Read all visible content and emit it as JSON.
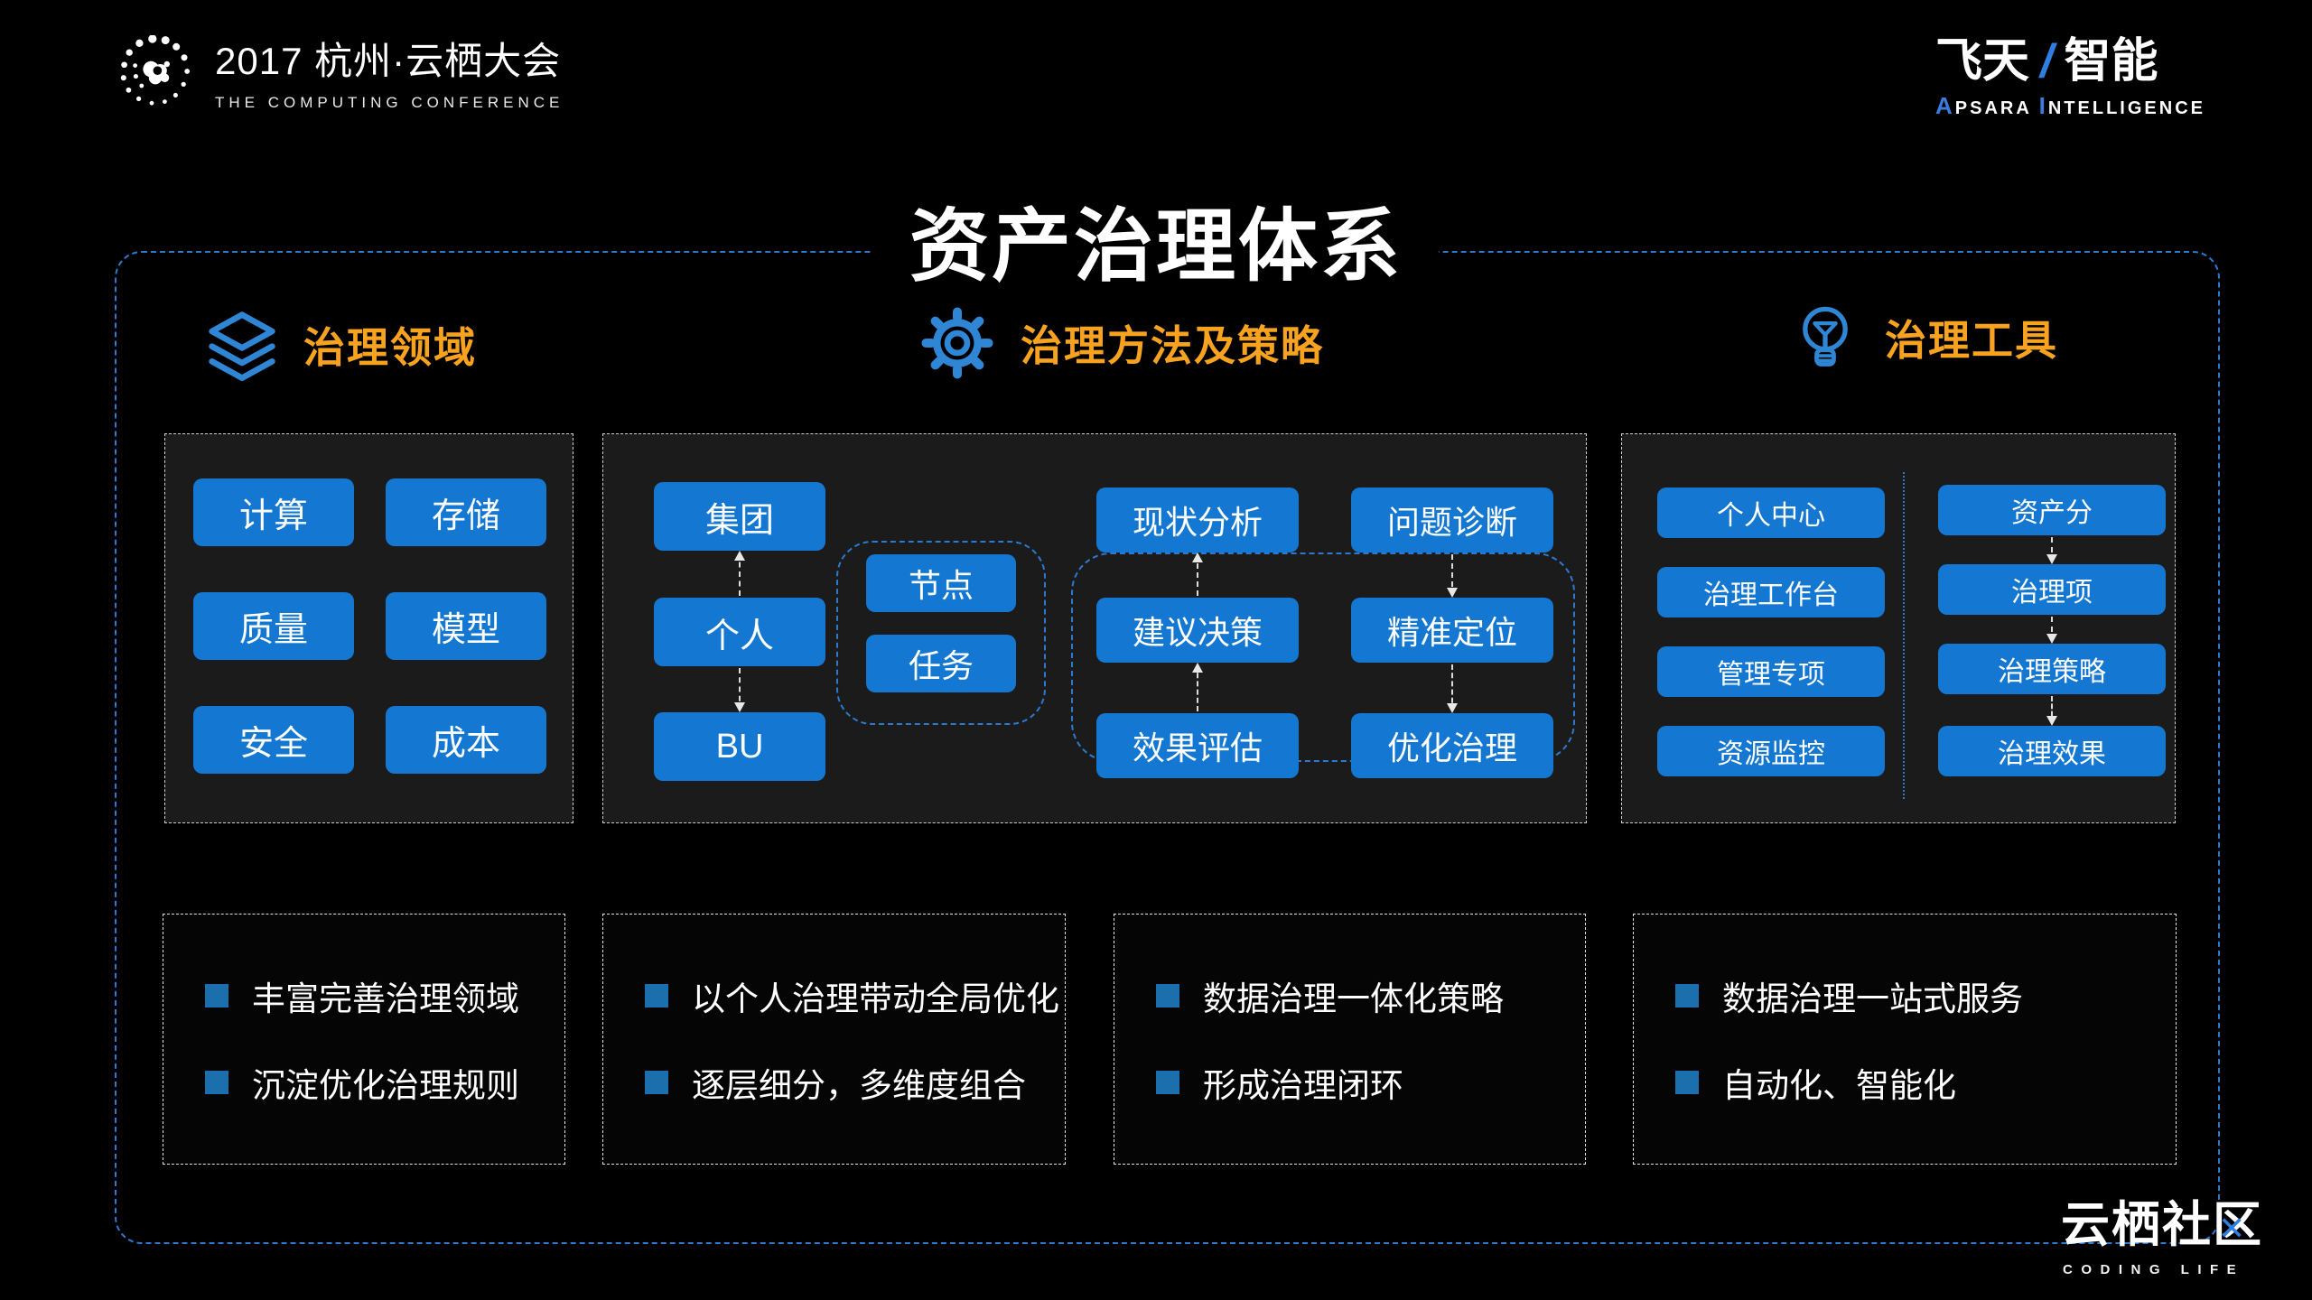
{
  "header": {
    "conference": {
      "line1": "2017 杭州·云栖大会",
      "line2": "THE COMPUTING CONFERENCE"
    },
    "brand": {
      "cn_left": "飞天",
      "slash": "/",
      "cn_right": "智能",
      "en_initial1": "A",
      "en_rest1": "PSARA",
      "en_initial2": "I",
      "en_rest2": "NTELLIGENCE"
    }
  },
  "title": "资产治理体系",
  "sections": {
    "domains": {
      "label": "治理领域",
      "icon": "layers-icon"
    },
    "methods": {
      "label": "治理方法及策略",
      "icon": "gear-icon"
    },
    "tools": {
      "label": "治理工具",
      "icon": "bulb-icon"
    }
  },
  "domain_panel": {
    "buttons": [
      "计算",
      "存储",
      "质量",
      "模型",
      "安全",
      "成本"
    ]
  },
  "method_panel": {
    "org_chain": [
      "集团",
      "个人",
      "BU"
    ],
    "node_group": [
      "节点",
      "任务"
    ],
    "loop_left": [
      "现状分析",
      "建议决策",
      "效果评估"
    ],
    "loop_right": [
      "问题诊断",
      "精准定位",
      "优化治理"
    ]
  },
  "tool_panel": {
    "left_column": [
      "个人中心",
      "治理工作台",
      "管理专项",
      "资源监控"
    ],
    "right_column": [
      "资产分",
      "治理项",
      "治理策略",
      "治理效果"
    ]
  },
  "notes": [
    {
      "items": [
        "丰富完善治理领域",
        "沉淀优化治理规则"
      ]
    },
    {
      "items": [
        "以个人治理带动全局优化",
        "逐层细分，多维度组合"
      ]
    },
    {
      "items": [
        "数据治理一体化策略",
        "形成治理闭环"
      ]
    },
    {
      "items": [
        "数据治理一站式服务",
        "自动化、智能化"
      ]
    }
  ],
  "footer": {
    "community": "云栖社区",
    "tagline": "CODING  LIFE"
  },
  "colors": {
    "button_blue": "#1478d2",
    "accent_orange": "#f8a31f",
    "dashed_blue": "#2b7ad0",
    "bullet_blue": "#1c6fad",
    "icon_blue": "#2e86d5",
    "brand_blue": "#2f7fe0"
  }
}
